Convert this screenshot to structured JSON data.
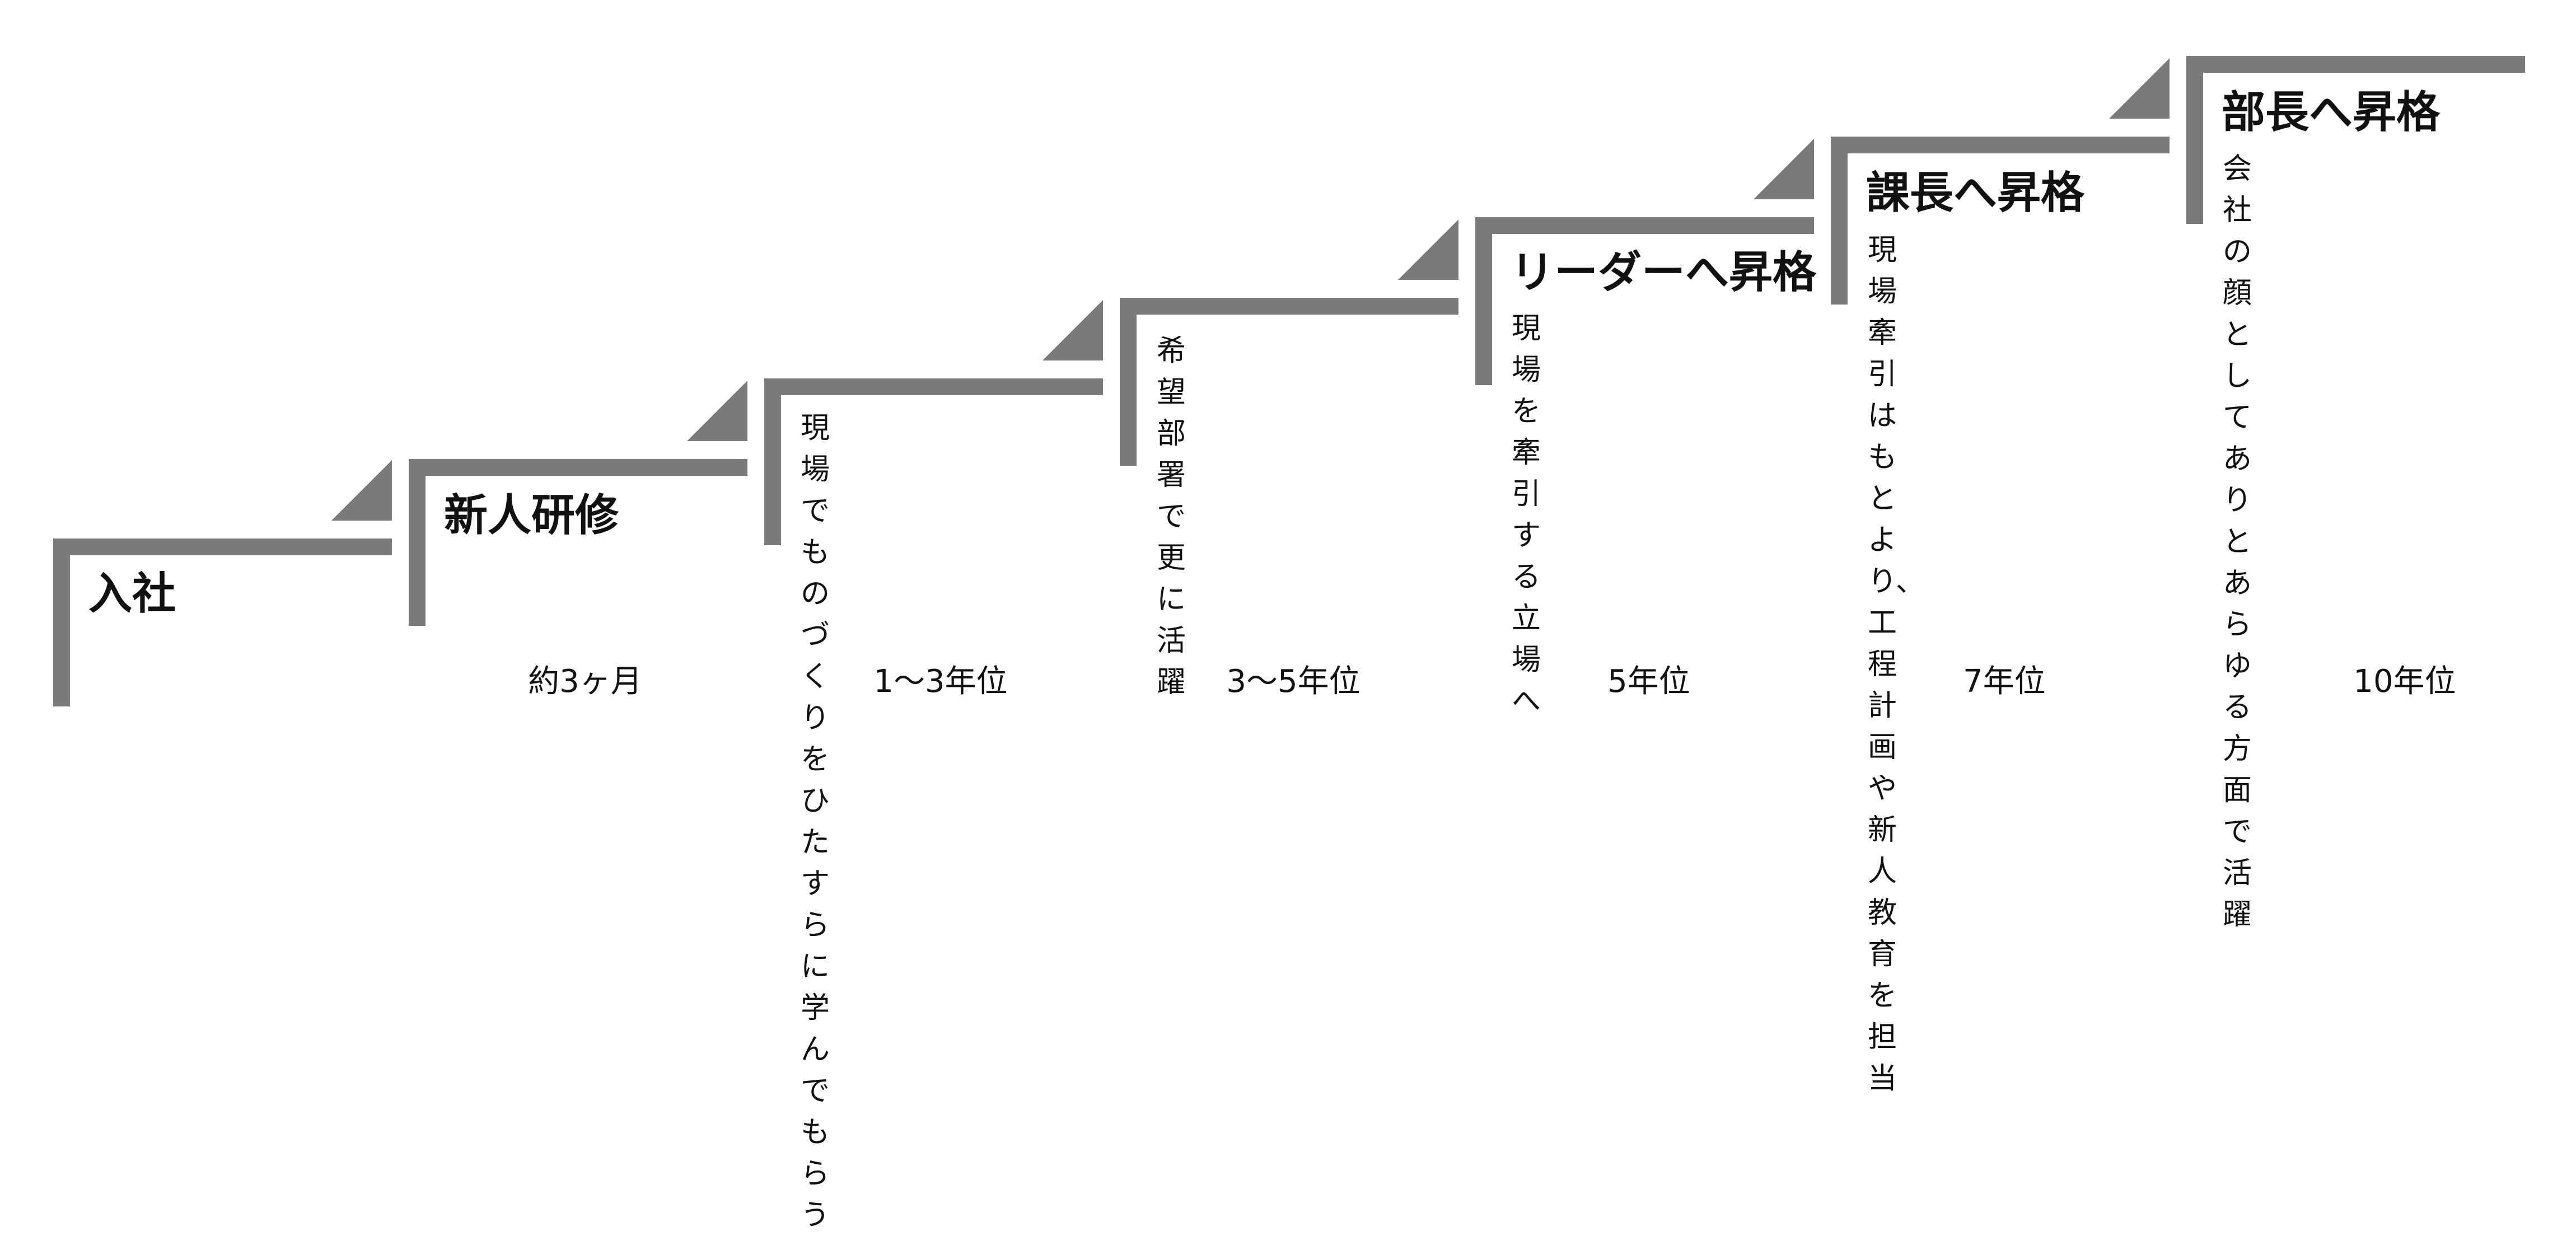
{
  "steps": [
    {
      "title": "入社",
      "description": "",
      "period": ""
    },
    {
      "title": "新人研修",
      "description": "",
      "period": "約3ヶ月"
    },
    {
      "title": "",
      "description": "現場でものづくりを\nひたすらに学んで\nもらう",
      "period": "1〜3年位"
    },
    {
      "title": "",
      "description": "希望部署で更に活躍",
      "period": "3〜5年位"
    },
    {
      "title": "リーダーへ昇格",
      "description": "現場を牽引する\n立場へ",
      "period": "5年位"
    },
    {
      "title": "課長へ昇格",
      "description": "現場牽引はもとより、\n工程計画や新人教育\nを担当",
      "period": "7年位"
    },
    {
      "title": "部長へ昇格",
      "description": "会社の顔としてありと\nあらゆる方面で活躍",
      "period": "10年位"
    }
  ],
  "colors": {
    "stair": "#7a7a7a",
    "text": "#111111"
  }
}
